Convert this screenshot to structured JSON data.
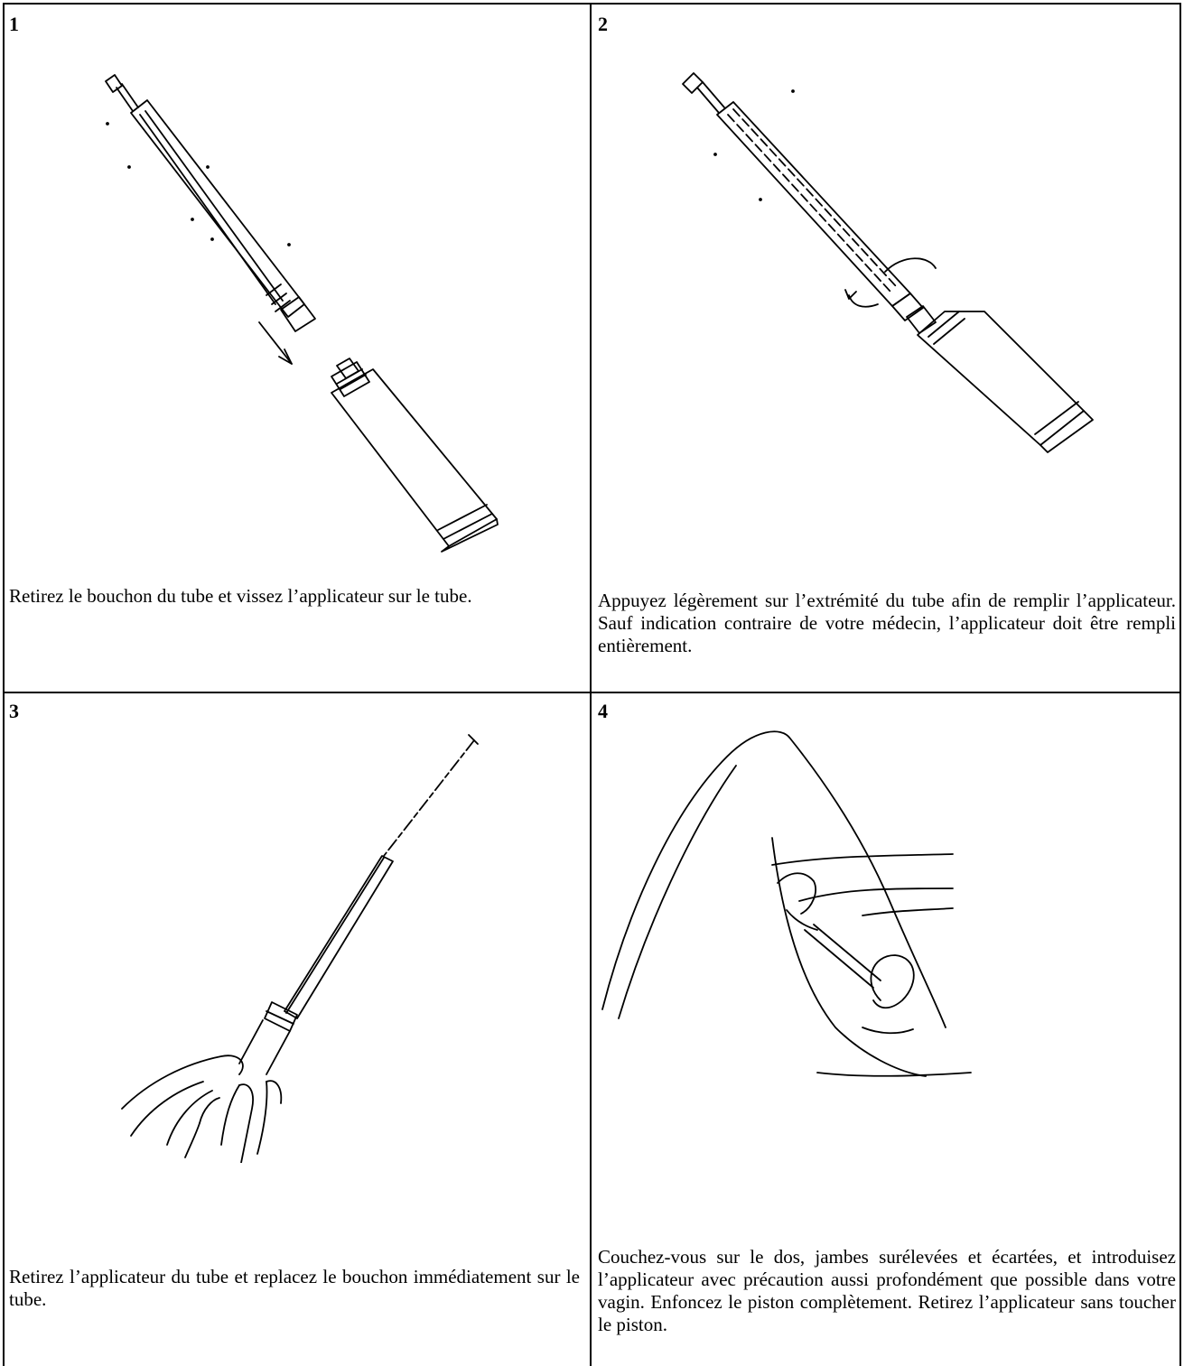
{
  "steps": [
    {
      "number": "1",
      "caption": "Retirez le bouchon du tube et vissez l’applicateur sur le tube."
    },
    {
      "number": "2",
      "caption": "Appuyez légèrement sur l’extrémité du tube afin de remplir l’applicateur. Sauf indication contraire de votre médecin, l’applicateur doit être rempli entièrement."
    },
    {
      "number": "3",
      "caption": "Retirez l’applicateur du tube et replacez le bouchon immédiatement sur le tube."
    },
    {
      "number": "4",
      "caption": "Couchez-vous sur le dos, jambes surélevées et écartées, et introduisez l’applicateur avec précaution aussi profondément que possible dans votre vagin. Enfoncez le piston complètement. Retirez l’applicateur sans toucher le piston."
    }
  ],
  "icons": {
    "step1": "applicator-and-tube-illustration",
    "step2": "applicator-screwed-on-tube-illustration",
    "step3": "hands-holding-applicator-illustration",
    "step4": "applicator-insertion-illustration"
  }
}
